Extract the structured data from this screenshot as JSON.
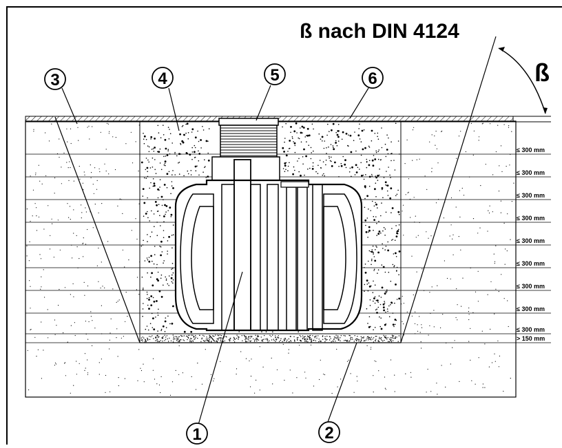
{
  "title": "ß nach DIN  4124",
  "beta_symbol": "ß",
  "callouts": [
    "1",
    "2",
    "3",
    "4",
    "5",
    "6"
  ],
  "layer_labels": [
    "≤ 300 mm",
    "≤ 300 mm",
    "≤ 300 mm",
    "≤ 300 mm",
    "≤ 300 mm",
    "≤ 300 mm",
    "≤ 300 mm",
    "≤ 300 mm",
    "≤ 300 mm",
    "> 150 mm"
  ],
  "colors": {
    "line": "#000000",
    "background": "#ffffff"
  }
}
